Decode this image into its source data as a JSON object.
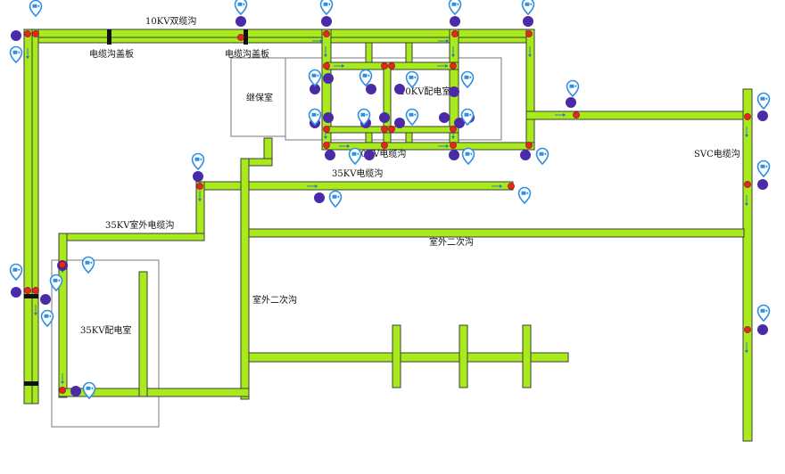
{
  "labels": {
    "trench_10kv_double": "10KV双缆沟",
    "cover_plate_1": "电缆沟盖板",
    "cover_plate_2": "电缆沟盖板",
    "relay_room": "继保室",
    "room_10kv": "10KV配电室",
    "trench_10kv": "10KV电缆沟",
    "trench_35kv": "35KV电缆沟",
    "trench_35kv_outdoor": "35KV室外电缆沟",
    "secondary_trench_h": "室外二次沟",
    "secondary_trench_v": "室外二次沟",
    "svc_trench": "SVC电缆沟",
    "room_35kv": "35KV配电室"
  },
  "colors": {
    "duct": "#a8ea1c",
    "sensor": "#e8251f",
    "status_dot": "#4b2aa8",
    "camera": "#2f8fe0",
    "cover_plate": "#111111"
  },
  "icons": {
    "camera": "camera-pin-icon",
    "sensor": "temperature-sensor-icon",
    "status": "status-dot-icon"
  }
}
